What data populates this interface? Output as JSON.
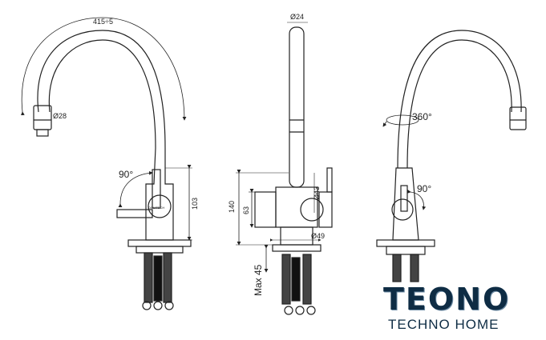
{
  "dimensions": {
    "reach": "415÷5",
    "spout_diameter": "Ø28",
    "lever_angle_left": "90°",
    "body_height_103": "103",
    "top_diameter": "Ø24",
    "total_140": "140",
    "height_63": "63",
    "diameter_43": "Ø43",
    "base_diameter": "Ø49",
    "max_thickness": "Max 45",
    "rotation": "360°",
    "lever_angle_right": "90°"
  },
  "brand": {
    "engraving": "DOLITECH",
    "logo_main": "TEONO",
    "logo_sub": "TECHNO HOME"
  },
  "colors": {
    "line": "#222222",
    "logo": "#0e2c44"
  }
}
